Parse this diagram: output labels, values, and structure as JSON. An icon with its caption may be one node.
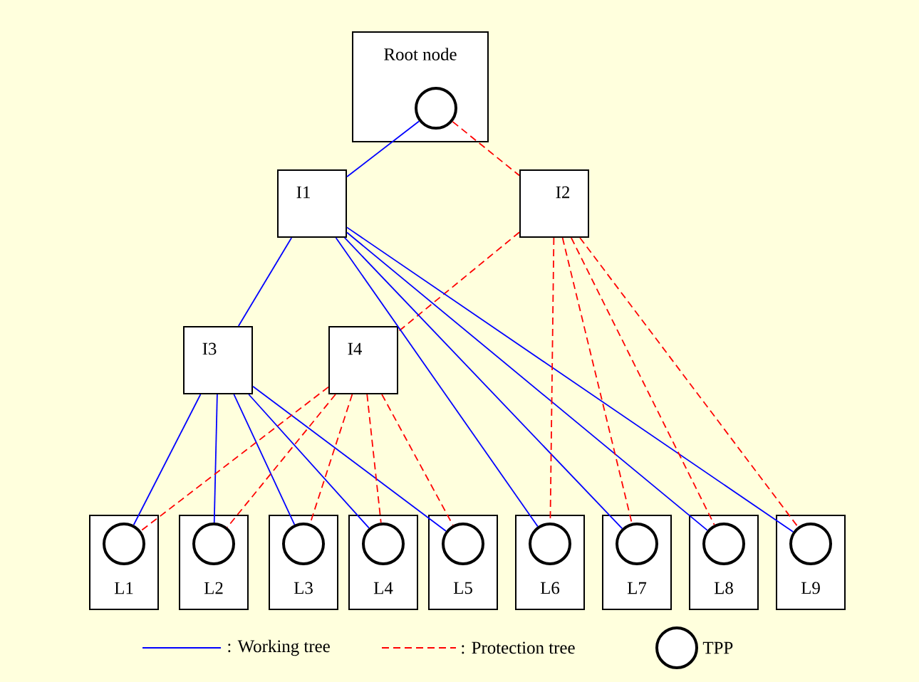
{
  "diagram": {
    "nodes": [
      {
        "text": [
          "Root node"
        ]
      },
      {
        "text": [],
        "shape": "circle",
        "in": 0
      },
      {
        "text": [
          "I1"
        ]
      },
      {
        "text": [
          "I2"
        ]
      },
      {
        "text": [
          "I3"
        ]
      },
      {
        "text": [
          "I4"
        ]
      },
      {
        "text": [
          "L1"
        ]
      },
      {
        "text": [],
        "shape": "circle",
        "in": 6
      },
      {
        "text": [
          "L2"
        ]
      },
      {
        "text": [],
        "shape": "circle",
        "in": 8
      },
      {
        "text": [
          "L3"
        ]
      },
      {
        "text": [],
        "shape": "circle",
        "in": 10
      },
      {
        "text": [
          "L4"
        ]
      },
      {
        "text": [],
        "shape": "circle",
        "in": 12
      },
      {
        "text": [
          "L5"
        ]
      },
      {
        "text": [],
        "shape": "circle",
        "in": 14
      },
      {
        "text": [
          "L6"
        ]
      },
      {
        "text": [],
        "shape": "circle",
        "in": 16
      },
      {
        "text": [
          "L7"
        ]
      },
      {
        "text": [],
        "shape": "circle",
        "in": 18
      },
      {
        "text": [
          "L8"
        ]
      },
      {
        "text": [],
        "shape": "circle",
        "in": 20
      },
      {
        "text": [
          "L9"
        ]
      },
      {
        "text": [],
        "shape": "circle",
        "in": 22
      }
    ],
    "edges": [
      {
        "from": 1,
        "to": 2,
        "arrow": "none",
        "color": "#0000ff"
      },
      {
        "from": 1,
        "to": 3,
        "arrow": "none",
        "style": "dashed",
        "color": "#ff0000"
      },
      {
        "from": 2,
        "to": 4,
        "arrow": "none",
        "color": "#0000ff"
      },
      {
        "from": 3,
        "to": 5,
        "arrow": "none",
        "style": "dashed",
        "color": "#ff0000"
      },
      {
        "from": 2,
        "to": 17,
        "arrow": "none",
        "color": "#0000ff"
      },
      {
        "from": 2,
        "to": 19,
        "arrow": "none",
        "color": "#0000ff"
      },
      {
        "from": 2,
        "to": 21,
        "arrow": "none",
        "color": "#0000ff"
      },
      {
        "from": 2,
        "to": 23,
        "arrow": "none",
        "color": "#0000ff"
      },
      {
        "from": 3,
        "to": 17,
        "arrow": "none",
        "style": "dashed",
        "color": "#ff0000"
      },
      {
        "from": 3,
        "to": 19,
        "arrow": "none",
        "style": "dashed",
        "color": "#ff0000"
      },
      {
        "from": 3,
        "to": 21,
        "arrow": "none",
        "style": "dashed",
        "color": "#ff0000"
      },
      {
        "from": 3,
        "to": 23,
        "arrow": "none",
        "style": "dashed",
        "color": "#ff0000"
      },
      {
        "from": 4,
        "to": 7,
        "arrow": "none",
        "color": "#0000ff"
      },
      {
        "from": 4,
        "to": 9,
        "arrow": "none",
        "color": "#0000ff"
      },
      {
        "from": 4,
        "to": 11,
        "arrow": "none",
        "color": "#0000ff"
      },
      {
        "from": 4,
        "to": 13,
        "arrow": "none",
        "color": "#0000ff"
      },
      {
        "from": 4,
        "to": 15,
        "arrow": "none",
        "color": "#0000ff"
      },
      {
        "from": 5,
        "to": 7,
        "arrow": "none",
        "style": "dashed",
        "color": "#ff0000"
      },
      {
        "from": 5,
        "to": 9,
        "arrow": "none",
        "style": "dashed",
        "color": "#ff0000"
      },
      {
        "from": 5,
        "to": 11,
        "arrow": "none",
        "style": "dashed",
        "color": "#ff0000"
      },
      {
        "from": 5,
        "to": 13,
        "arrow": "none",
        "style": "dashed",
        "color": "#ff0000"
      },
      {
        "from": 5,
        "to": 15,
        "arrow": "none",
        "style": "dashed",
        "color": "#ff0000"
      }
    ],
    "legend": [
      {
        "text": ": Working tree"
      },
      {
        "text": ": Protection tree"
      },
      {
        "text": "TPP"
      }
    ]
  }
}
